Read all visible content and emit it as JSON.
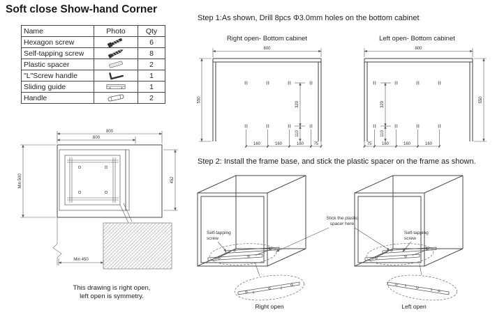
{
  "page": {
    "title": "Soft close Show-hand Corner"
  },
  "parts_table": {
    "headers": {
      "name": "Name",
      "photo": "Photo",
      "qty": "Qty"
    },
    "rows": [
      {
        "name": "Hexagon screw",
        "qty": "6"
      },
      {
        "name": "Self-tapping screw",
        "qty": "8"
      },
      {
        "name": "Plastic spacer",
        "qty": "2"
      },
      {
        "name": "\"L\"Screw handle",
        "qty": "1"
      },
      {
        "name": "Sliding guide",
        "qty": "1"
      },
      {
        "name": "Handle",
        "qty": "2"
      }
    ]
  },
  "plan": {
    "dims": {
      "w800": "800",
      "w600": "600",
      "min500": "Min 500",
      "h452": "452",
      "min450": "Min 450"
    },
    "note_line1": "This drawing is right open,",
    "note_line2": "left open is symmetry."
  },
  "step1": {
    "heading": "Step 1:As shown, Drill 8pcs Φ3.0mm holes on the bottom cabinet",
    "right_caption": "Right open- Bottom cabinet",
    "left_caption": "Left open- Bottom cabinet",
    "dims": {
      "w800": "800",
      "h550": "550",
      "h320": "320",
      "h110": "110",
      "s160": "160",
      "s75": "75"
    }
  },
  "step2": {
    "heading": "Step 2: Install the frame base, and stick the plastic spacer on the frame as shown.",
    "callout_screw_line1": "Self-tapping",
    "callout_screw_line2": "screw",
    "callout_spacer_line1": "Stick the plastic",
    "callout_spacer_line2": "spacer here",
    "right_label": "Right open",
    "left_label": "Left open"
  }
}
